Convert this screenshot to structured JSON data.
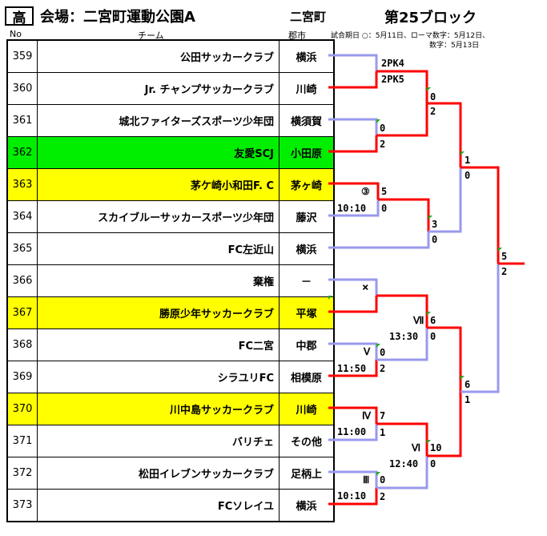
{
  "header": {
    "badge": "高",
    "venue": "会場：二宮町運動公園A",
    "town": "二宮町",
    "block": "第25ブロック",
    "col_no": "No",
    "col_team": "チーム",
    "col_city": "郡市",
    "dates_line1": "試合期日 ○：5月11日、ローマ数字：5月12日、",
    "dates_line2": "数字：5月13日"
  },
  "teams": [
    {
      "no": "359",
      "name": "公田サッカークラブ",
      "city": "横浜",
      "highlight": ""
    },
    {
      "no": "360",
      "name": "Jr. チャンプサッカークラブ",
      "city": "川崎",
      "highlight": ""
    },
    {
      "no": "361",
      "name": "城北ファイターズスポーツ少年団",
      "city": "横須賀",
      "highlight": ""
    },
    {
      "no": "362",
      "name": "友愛SCJ",
      "city": "小田原",
      "highlight": "green"
    },
    {
      "no": "363",
      "name": "茅ケ崎小和田F. C",
      "city": "茅ヶ崎",
      "highlight": "yellow"
    },
    {
      "no": "364",
      "name": "スカイブルーサッカースポーツ少年団",
      "city": "藤沢",
      "highlight": ""
    },
    {
      "no": "365",
      "name": "FC左近山",
      "city": "横浜",
      "highlight": ""
    },
    {
      "no": "366",
      "name": "棄権",
      "city": "－",
      "highlight": ""
    },
    {
      "no": "367",
      "name": "勝原少年サッカークラブ",
      "city": "平塚",
      "highlight": "yellow"
    },
    {
      "no": "368",
      "name": "FC二宮",
      "city": "中郡",
      "highlight": ""
    },
    {
      "no": "369",
      "name": "シラユリFC",
      "city": "相模原",
      "highlight": ""
    },
    {
      "no": "370",
      "name": "川中島サッカークラブ",
      "city": "川崎",
      "highlight": "yellow"
    },
    {
      "no": "371",
      "name": "バリチェ",
      "city": "その他",
      "highlight": ""
    },
    {
      "no": "372",
      "name": "松田イレブンサッカークラブ",
      "city": "足柄上",
      "highlight": ""
    },
    {
      "no": "373",
      "name": "FCソレイユ",
      "city": "横浜",
      "highlight": ""
    }
  ],
  "bracket": {
    "s1": "2PK4",
    "s2": "2PK5",
    "s3": "0",
    "s4": "2",
    "s5": "0",
    "s6": "2",
    "s7": "1",
    "s8": "0",
    "m3_label": "③",
    "s9": "5",
    "s10": "0",
    "m3_time": "10:10",
    "s11": "3",
    "s12": "0",
    "s13": "5",
    "s14": "2",
    "x_mark": "×",
    "m7_label": "Ⅶ",
    "s15": "6",
    "s16": "0",
    "m7_time": "13:30",
    "m5_label": "Ⅴ",
    "s17": "0",
    "s18": "2",
    "m5_time": "11:50",
    "s19": "6",
    "s20": "1",
    "m4_label": "Ⅳ",
    "s21": "7",
    "s22": "1",
    "m4_time": "11:00",
    "m6_label": "Ⅵ",
    "s23": "10",
    "s24": "0",
    "m6_time": "12:40",
    "m3b_label": "Ⅲ",
    "s25": "0",
    "s26": "2",
    "m3b_time": "10:10"
  },
  "colors": {
    "winner": "#ff0000",
    "loser": "#9999ee",
    "green": "#00ee00",
    "yellow": "#ffff00"
  }
}
